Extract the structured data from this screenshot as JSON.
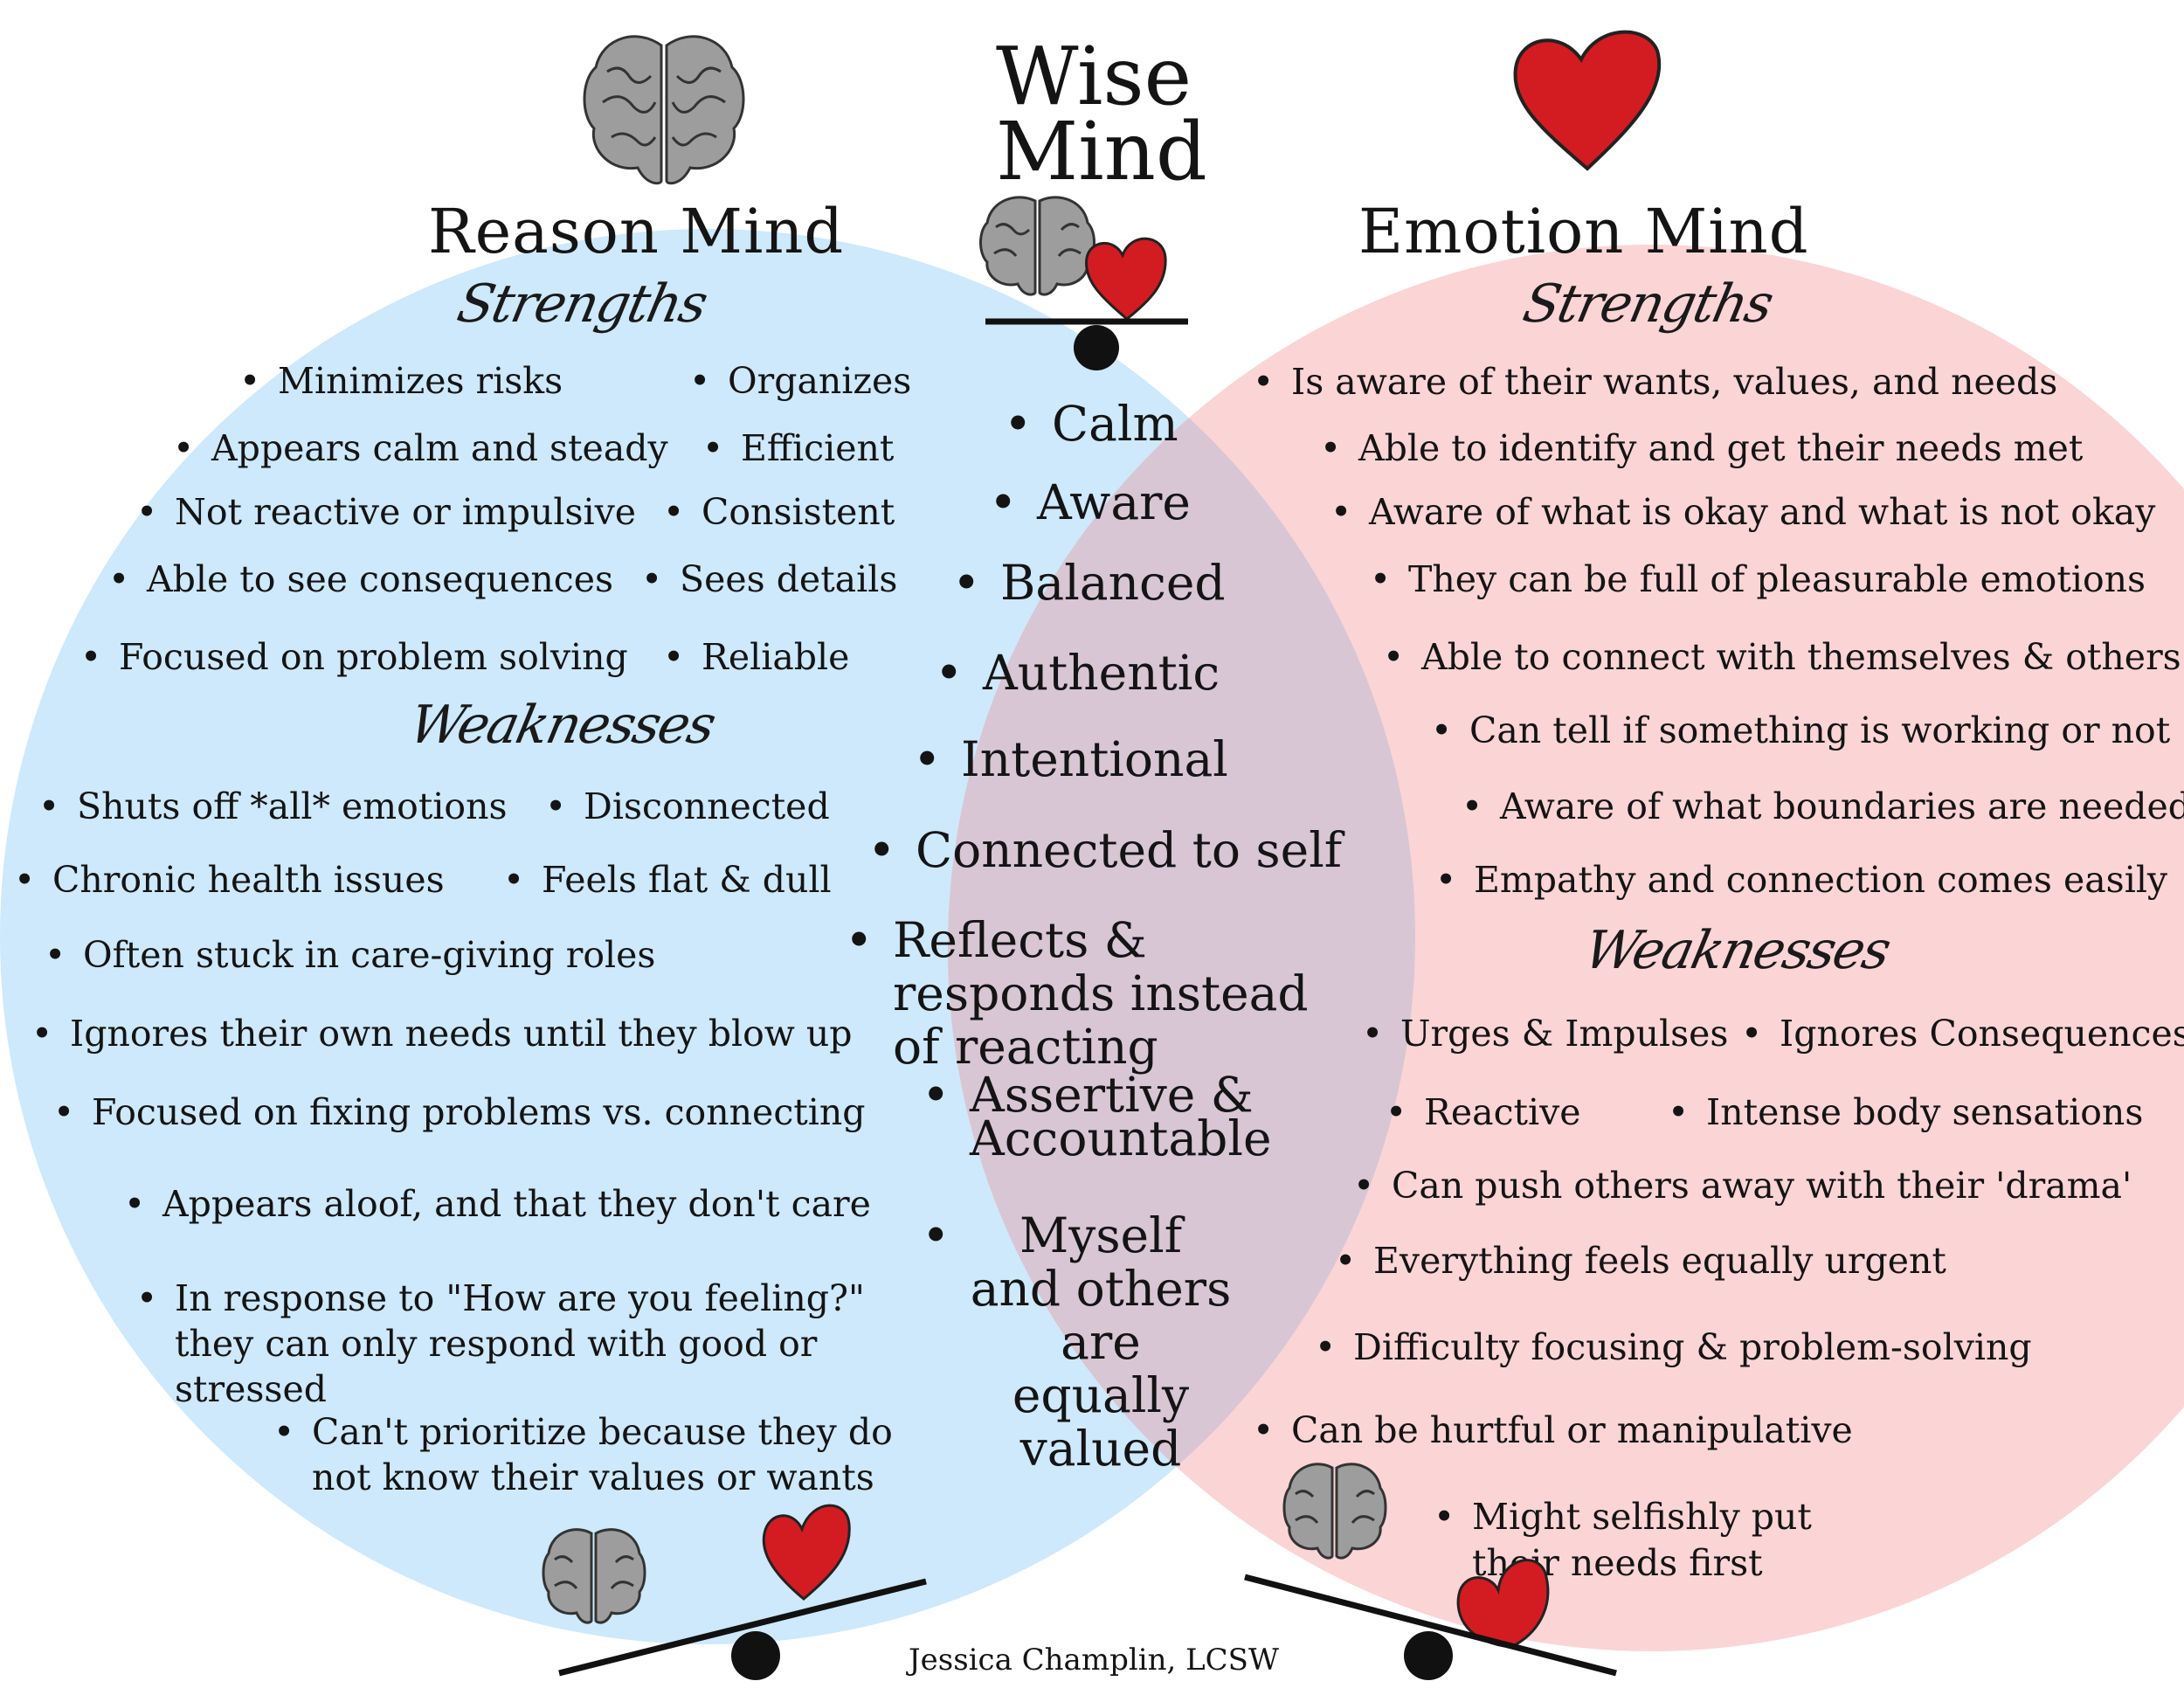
{
  "colors": {
    "reason_fill": "#cde9fb",
    "emotion_fill": "#fbd4d6",
    "overlap_fill": "#d8c6d4",
    "heart": "#d31b22",
    "brain": "#9d9d9d"
  },
  "icons": {
    "brain": "brain-icon",
    "heart": "heart-icon",
    "scale": "seesaw-scale-icon"
  },
  "title": {
    "line1": "Wise",
    "line2": "Mind"
  },
  "reason": {
    "heading": "Reason Mind",
    "strengths_label": "Strengths",
    "weaknesses_label": "Weaknesses",
    "strengths_left": [
      "Minimizes risks",
      "Appears calm and steady",
      "Not reactive or impulsive",
      "Able to see consequences",
      "Focused on problem solving"
    ],
    "strengths_right": [
      "Organizes",
      "Efficient",
      "Consistent",
      "Sees details",
      "Reliable"
    ],
    "weaknesses": [
      "Shuts off  *all* emotions",
      "Disconnected",
      "Chronic health issues",
      "Feels flat & dull",
      "Often stuck in care-giving roles",
      "Ignores their own needs until they blow up",
      "Focused on fixing problems vs. connecting",
      "Appears aloof, and that they don't care",
      "In response to \"How are you feeling?\" they can only respond with good or stressed",
      "Can't prioritize because they do not know their values or wants"
    ]
  },
  "wise": {
    "items": [
      "Calm",
      "Aware",
      "Balanced",
      "Authentic",
      "Intentional",
      "Connected to self",
      "Reflects & responds instead of reacting",
      "Assertive   & Accountable",
      "Myself and others are equally valued"
    ]
  },
  "emotion": {
    "heading": "Emotion Mind",
    "strengths_label": "Strengths",
    "weaknesses_label": "Weaknesses",
    "strengths": [
      "Is aware of their wants, values, and needs",
      "Able to identify and get their needs met",
      "Aware of what is okay and what is not okay",
      "They can be full of pleasurable emotions",
      "Able to connect with themselves & others",
      "Can tell if something is working or not",
      "Aware of what boundaries are needed",
      "Empathy and connection comes easily"
    ],
    "weaknesses": [
      "Urges & Impulses",
      "Ignores Consequences",
      "Reactive",
      "Intense body sensations",
      "Can push others away with their 'drama'",
      "Everything feels equally urgent",
      "Difficulty focusing & problem-solving",
      "Can be hurtful or manipulative",
      "Might selfishly put their needs first"
    ]
  },
  "credit": "Jessica Champlin, LCSW"
}
